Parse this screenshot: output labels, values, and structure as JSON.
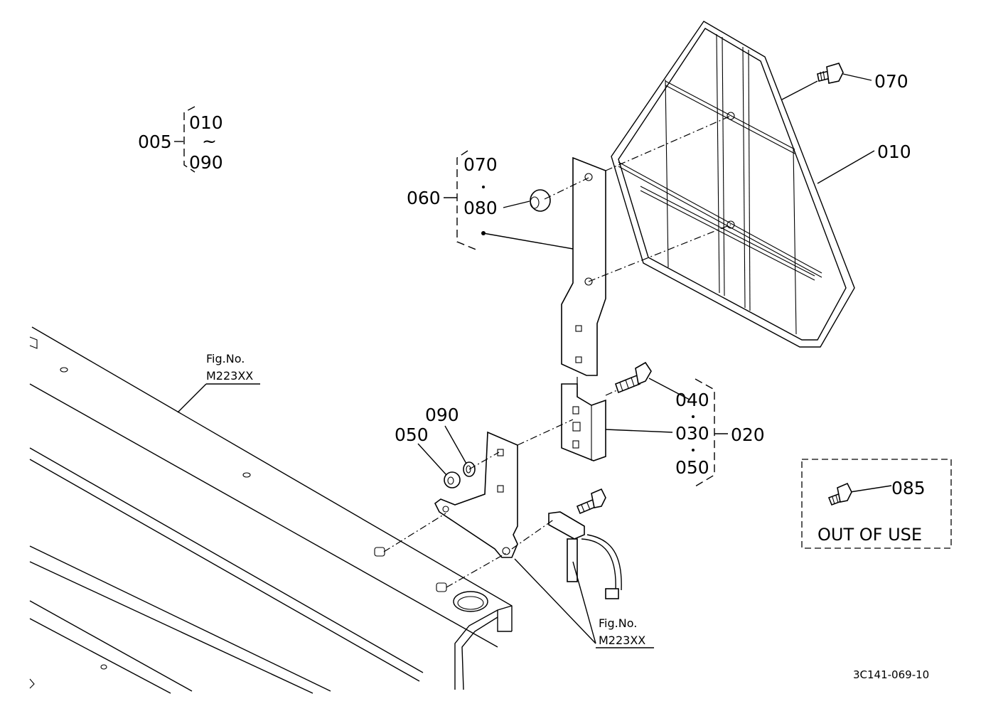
{
  "diagram": {
    "assembly_group": {
      "parent": "005",
      "range_from": "010",
      "range_sep": "~",
      "range_to": "090"
    },
    "callouts": {
      "p070_top": "070",
      "p010": "010",
      "g060_parent": "060",
      "g060_item1": "070",
      "g060_item2": "080",
      "g020_parent": "020",
      "g020_item1": "040",
      "g020_item2": "030",
      "g020_item3": "050",
      "p090": "090",
      "p050": "050",
      "p085": "085"
    },
    "fig_refs": [
      {
        "line1": "Fig.No.",
        "line2": "M223XX"
      },
      {
        "line1": "Fig.No.",
        "line2": "M223XX"
      }
    ],
    "out_of_use_label": "OUT OF USE",
    "drawing_code": "3C141-069-10"
  }
}
